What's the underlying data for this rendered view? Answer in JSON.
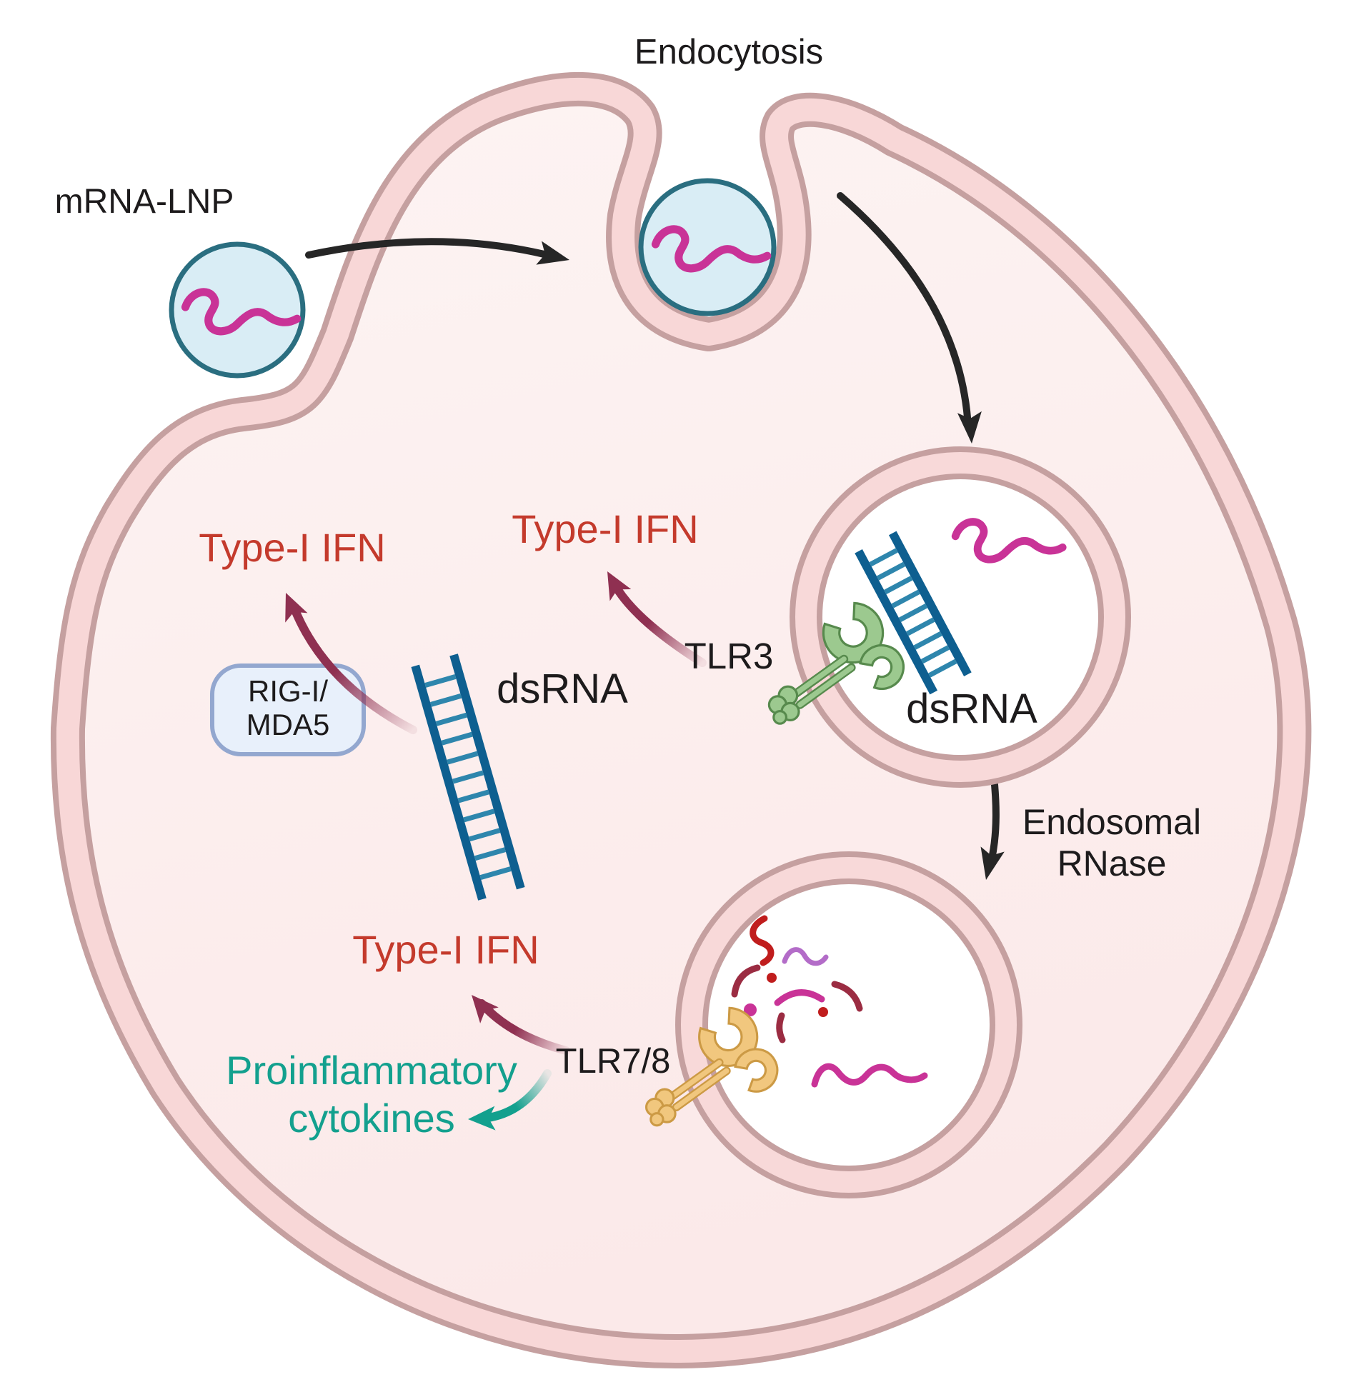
{
  "labels": {
    "title": "Endocytosis",
    "mrna_lnp": "mRNA-LNP",
    "ifn_rig": "Type-I IFN",
    "ifn_tlr3": "Type-I IFN",
    "ifn_tlr78": "Type-I IFN",
    "dsrna_cyto": "dsRNA",
    "dsrna_endo": "dsRNA",
    "tlr3": "TLR3",
    "tlr78": "TLR7/8",
    "rig": [
      "RIG-I/",
      "MDA5"
    ],
    "rnase": [
      "Endosomal",
      "RNase"
    ],
    "proinflammatory": [
      "Proinflammatory",
      "cytokines"
    ]
  },
  "colors": {
    "text_black": "#1d1b1c",
    "text_red": "#c43a2c",
    "text_teal": "#13a08e",
    "arrow_black": "#262626",
    "arrow_maroon": "#8f3051",
    "arrow_teal": "#13a08e",
    "membrane_edge": "#c5a0a0",
    "membrane_band": "#f8d7d7",
    "endosome_band": "#f8d9d9",
    "lnp_fill": "#d9edf5",
    "lnp_border": "#2a6e80",
    "mrna_pink": "#c93397",
    "dsrna_rail": "#0e5f90",
    "dsrna_rung": "#2e86ad",
    "tlr3_fill": "#9cc98f",
    "tlr3_outline": "#578a4d",
    "tlr78_fill": "#f1c77e",
    "tlr78_outline": "#cc9a45",
    "rig_box_fill": "#e8f0fb",
    "rig_box_border": "#93a7cf",
    "fragment_red": "#c01d1d",
    "fragment_orchid": "#b36cc8",
    "fragment_darkred": "#9b2c42"
  }
}
